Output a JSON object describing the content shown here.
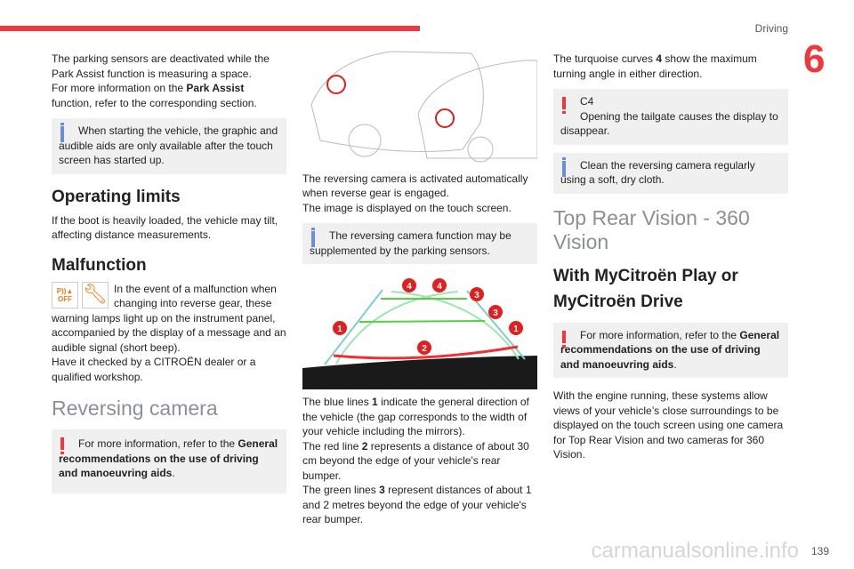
{
  "header": {
    "section": "Driving",
    "chapter": "6",
    "page": "139",
    "watermark": "carmanualsonline.info"
  },
  "col1": {
    "p1": "The parking sensors are deactivated while the Park Assist function is measuring a space.",
    "p2a": "For more information on the ",
    "p2b": "Park Assist",
    "p2c": " function, refer to the corresponding section.",
    "info1": "When starting the vehicle, the graphic and audible aids are only available after the touch screen has started up.",
    "h_limits": "Operating limits",
    "limits": "If the boot is heavily loaded, the vehicle may tilt, affecting distance measurements.",
    "h_malf": "Malfunction",
    "icon_off": "OFF",
    "malf1": "In the event of a malfunction when changing into reverse gear, these warning lamps light up on the instrument panel, accompanied by the display of a message and an audible signal (short beep).",
    "malf2": "Have it checked by a CITROËN dealer or a qualified workshop.",
    "h_rev": "Reversing camera",
    "warn1a": "For more information, refer to the ",
    "warn1b": "General recommendations on the use of driving and manoeuvring aids",
    "warn1c": "."
  },
  "col2": {
    "p1": "The reversing camera is activated automatically when reverse gear is engaged.",
    "p2": "The image is displayed on the touch screen.",
    "info1": "The reversing camera function may be supplemented by the parking sensors.",
    "labels": [
      "4",
      "4",
      "3",
      "3",
      "1",
      "1",
      "2"
    ],
    "lines": [
      {
        "a": "The blue lines ",
        "b": "1",
        "c": " indicate the general direction of the vehicle (the gap corresponds to the width of your vehicle including the mirrors)."
      },
      {
        "a": "The red line ",
        "b": "2",
        "c": " represents a distance of about 30 cm beyond the edge of your vehicle's rear bumper."
      },
      {
        "a": "The green lines ",
        "b": "3",
        "c": " represent distances of about 1 and 2 metres beyond the edge of your vehicle's rear bumper."
      }
    ]
  },
  "col3": {
    "p1a": "The turquoise curves ",
    "p1b": "4",
    "p1c": " show the maximum turning angle in either direction.",
    "warn_title": "C4",
    "warn_text": "Opening the tailgate causes the display to disappear.",
    "info1": "Clean the reversing camera regularly using a soft, dry cloth.",
    "h_top": "Top Rear Vision - 360 Vision",
    "h_sub": "With MyCitroën Play or MyCitroën Drive",
    "warn2a": "For more information, refer to the ",
    "warn2b": "General recommendations on the use of driving and manoeuvring aids",
    "warn2c": ".",
    "p2": "With the engine running, these systems allow views of your vehicle’s close surroundings to be displayed on the touch screen using one camera for Top Rear Vision and two cameras for 360 Vision."
  }
}
